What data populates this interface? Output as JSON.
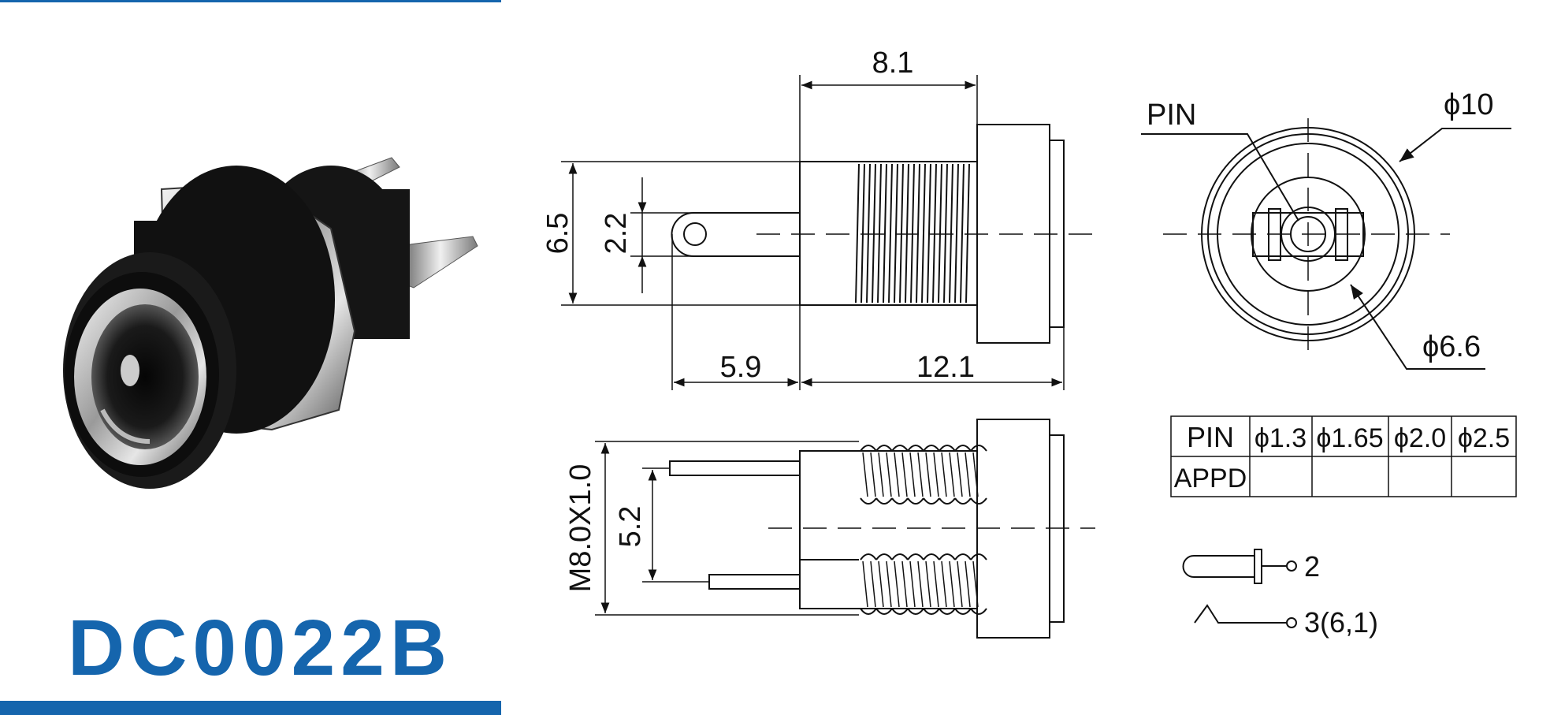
{
  "product": {
    "model": "DC0022B",
    "brand_color": "#1565ad"
  },
  "dimensions": {
    "body_length": "8.1",
    "height_outer": "6.5",
    "height_inner": "2.2",
    "pin_length": "5.9",
    "overall_length": "12.1",
    "thread": "M8.0X1.0",
    "pin_spacing": "5.2",
    "front_pin_label": "PIN",
    "outer_diameter": "ϕ10",
    "inner_diameter": "ϕ6.6"
  },
  "pin_table": {
    "header": [
      "PIN",
      "ϕ1.3",
      "ϕ1.65",
      "ϕ2.0",
      "ϕ2.5"
    ],
    "row_label": "APPD",
    "row_values": [
      "",
      "",
      "",
      ""
    ]
  },
  "terminals": {
    "center_pin": "2",
    "sleeve": "3(6,1)"
  },
  "icons": [
    "dc-jack-photo"
  ]
}
